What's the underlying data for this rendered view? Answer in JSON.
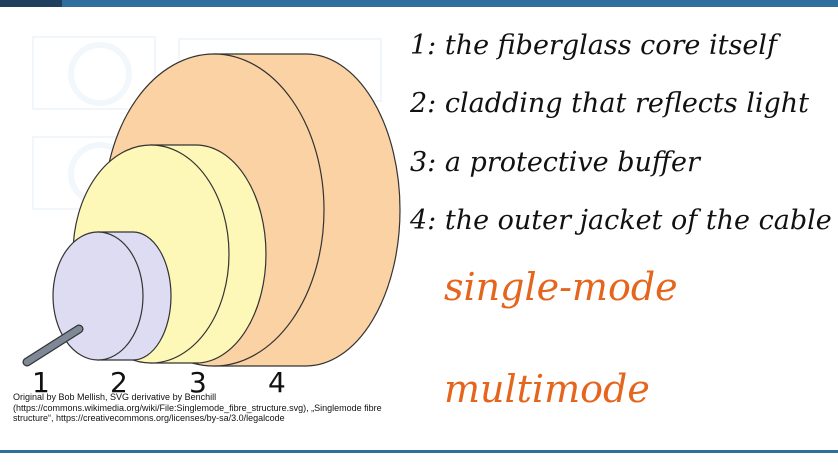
{
  "layers": [
    {
      "number": "1",
      "description": "1: the fiberglass core itself",
      "color": "#7f8896"
    },
    {
      "number": "2",
      "description": "2: cladding that reflects light",
      "color": "#dedcf2"
    },
    {
      "number": "3",
      "description": "3: a protective buffer",
      "color": "#fdf7b8"
    },
    {
      "number": "4",
      "description": "4: the outer jacket of the cable",
      "color": "#fbd2a3"
    }
  ],
  "credit": "Original by Bob Mellish, SVG derivative by Benchill (https://commons.wikimedia.org/wiki/File:Singlemode_fibre_structure.svg), „Singlemode fibre structure“, https://creativecommons.org/licenses/by-sa/3.0/legalcode",
  "modes": {
    "single": "single-mode",
    "multi": "multimode"
  },
  "accent_color": "#e5651d",
  "header_color": "#2f6f9f"
}
